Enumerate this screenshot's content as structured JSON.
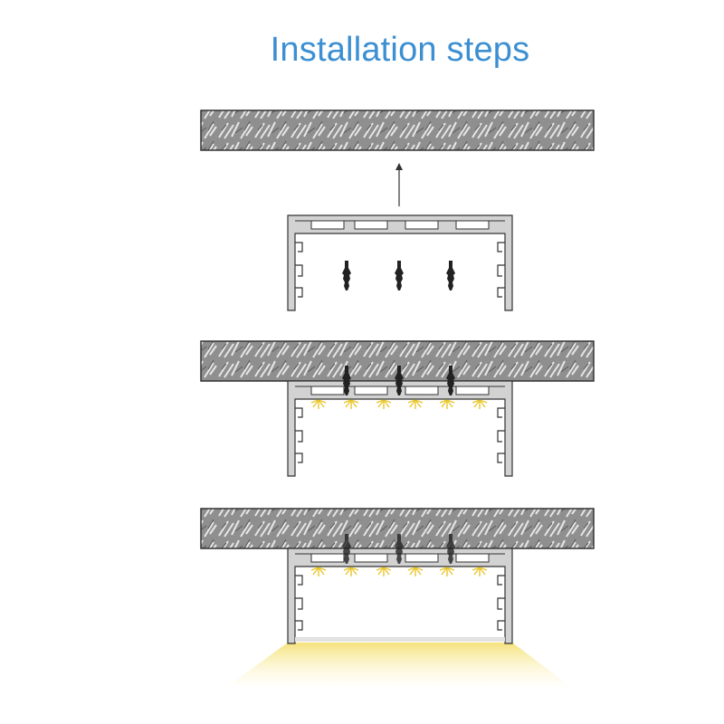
{
  "title": "Installation steps",
  "steps": [
    {
      "name": "step-1-mount-screws",
      "screws_visible": true,
      "light_on": false
    },
    {
      "name": "step-2-attach-profile",
      "screws_visible": true,
      "light_on": false
    },
    {
      "name": "step-3-light-on",
      "screws_visible": true,
      "light_on": true
    }
  ],
  "colors": {
    "title": "#3b8fd2",
    "ceiling": "#9a9a9a",
    "profile": "#cfcfcf",
    "light": "#f6e58a",
    "outline": "#333333"
  }
}
